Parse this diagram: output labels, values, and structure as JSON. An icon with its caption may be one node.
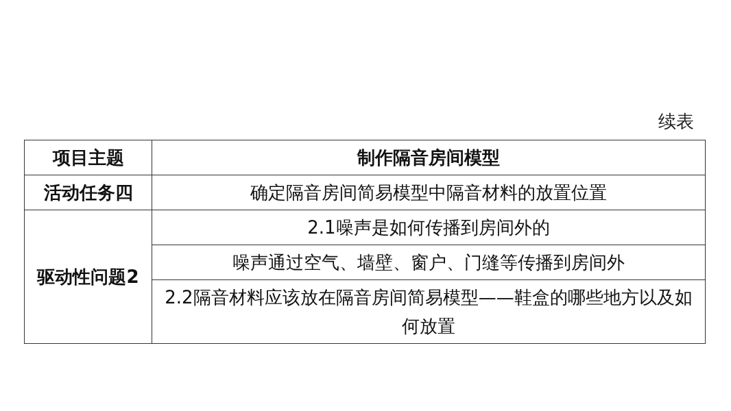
{
  "diagram": {
    "labels": [
      "续表",
      "项目主题",
      "制作隔音房间模型",
      "活动任务四",
      "确定隔音房间简易模型中隔音材料的放置位置",
      "驱动性问题2",
      "2.1噪声是如何传播到房间外的",
      "噪声通过空气、墙壁、窗户、门缝等传播到房间外",
      "2.2隔音材料应该放在隔音房间简易模型——鞋盒的哪些地方以及如何放置"
    ]
  }
}
